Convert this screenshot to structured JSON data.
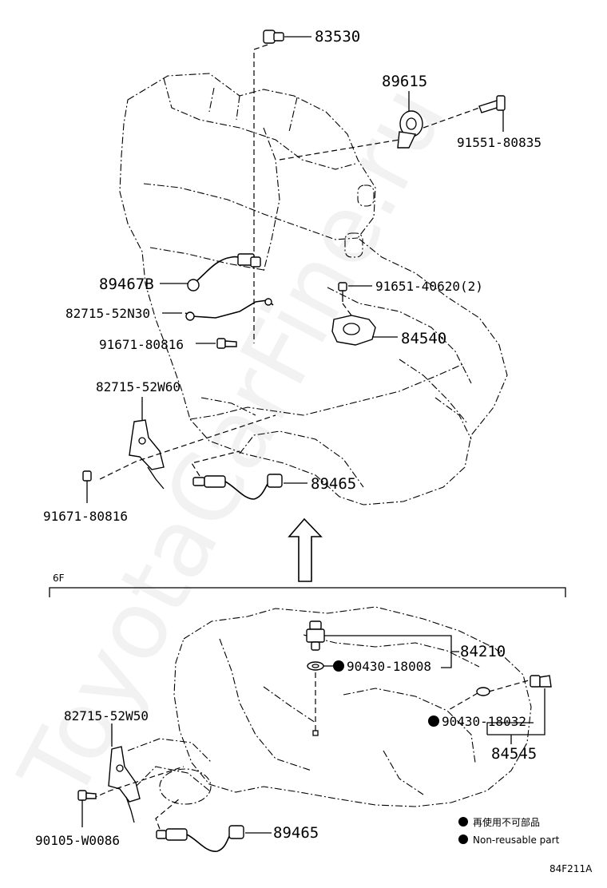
{
  "diagram": {
    "code": "84F211A",
    "watermark": "ToyotaCarFine.ru",
    "section_label": "6F",
    "parts_upper": {
      "p83530": "83530",
      "p89615": "89615",
      "p91551": "91551-80835",
      "p89467b": "89467B",
      "p82715_52n30": "82715-52N30",
      "p91651": "91651-40620(2)",
      "p84540": "84540",
      "p91671_a": "91671-80816",
      "p82715_52w60": "82715-52W60",
      "p89465_a": "89465",
      "p91671_b": "91671-80816"
    },
    "parts_lower": {
      "p84210": "84210",
      "p90430_18008": "90430-18008",
      "p90430_18032": "90430-18032",
      "p84545": "84545",
      "p82715_52w50": "82715-52W50",
      "p90105": "90105-W0086",
      "p89465_b": "89465"
    },
    "legend": {
      "line1": "再使用不可部品",
      "line2": "Non-reusable part"
    }
  }
}
